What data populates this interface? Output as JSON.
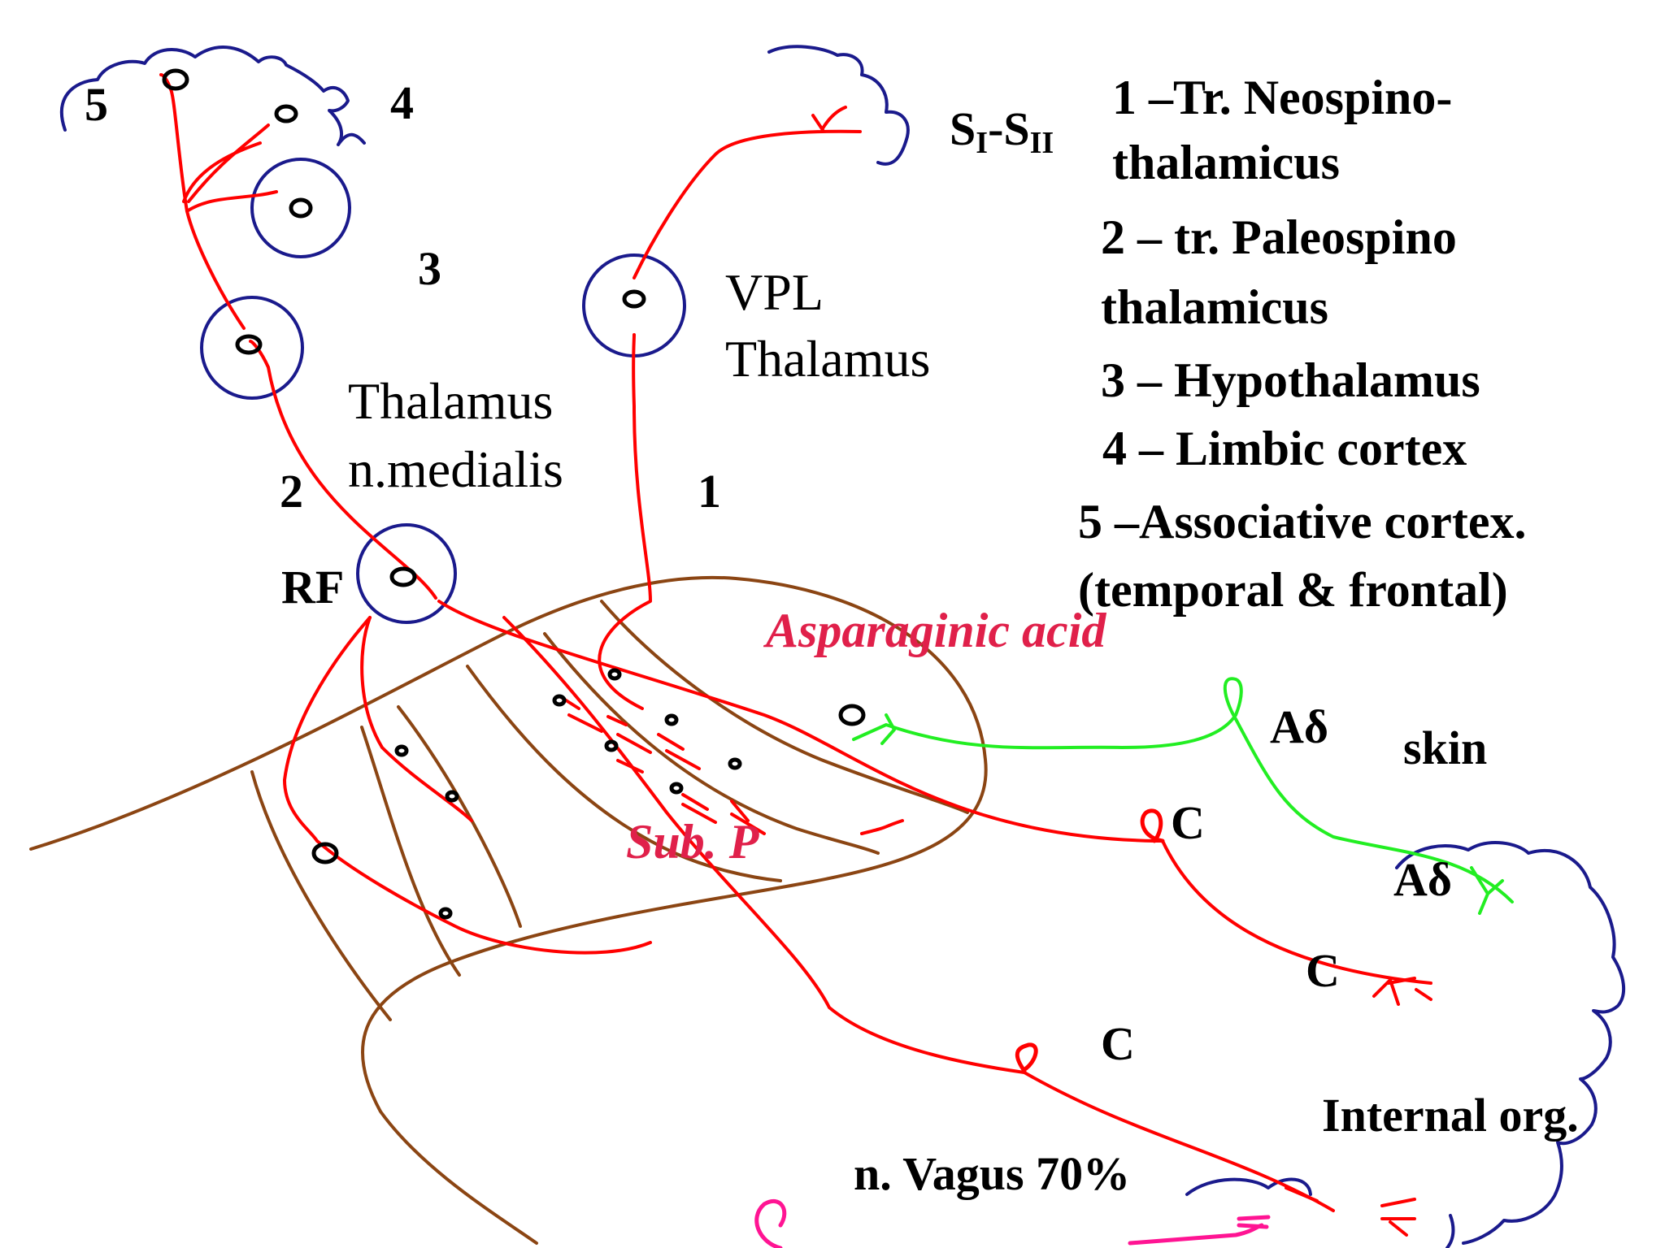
{
  "colors": {
    "tract": "#ff0000",
    "fiber_a_delta": "#22ee22",
    "nucleus_outline": "#1a1a8c",
    "spinal_cord": "#8b4513",
    "transmitter_text": "#e0204a",
    "vagus": "#ff1493",
    "text": "#000000"
  },
  "labels": {
    "region_5": "5",
    "region_4": "4",
    "region_3": "3",
    "tract_2": "2",
    "tract_1": "1",
    "cortex_s": "S",
    "cortex_s_sub1": "I",
    "cortex_dash": "-S",
    "cortex_s_sub2": "II",
    "vpl_line1": "VPL",
    "vpl_line2": "Thalamus",
    "medial_line1": "Thalamus",
    "medial_line2": "n.medialis",
    "rf": "RF",
    "asparaginic": "Asparaginic acid",
    "sub_p": "Sub. P",
    "a_delta_top": "Aδ",
    "a_delta_skin": "Aδ",
    "skin": "skin",
    "c_top": "C",
    "c_mid": "C",
    "c_low": "C",
    "internal_org": "Internal org.",
    "vagus": "n. Vagus 70%"
  },
  "legend": [
    "1 –Tr. Neospino-",
    "thalamicus",
    "2 – tr. Paleospino",
    "thalamicus",
    "3 – Hypothalamus",
    "4 – Limbic cortex",
    "5 –Associative cortex.",
    "(temporal & frontal)"
  ]
}
